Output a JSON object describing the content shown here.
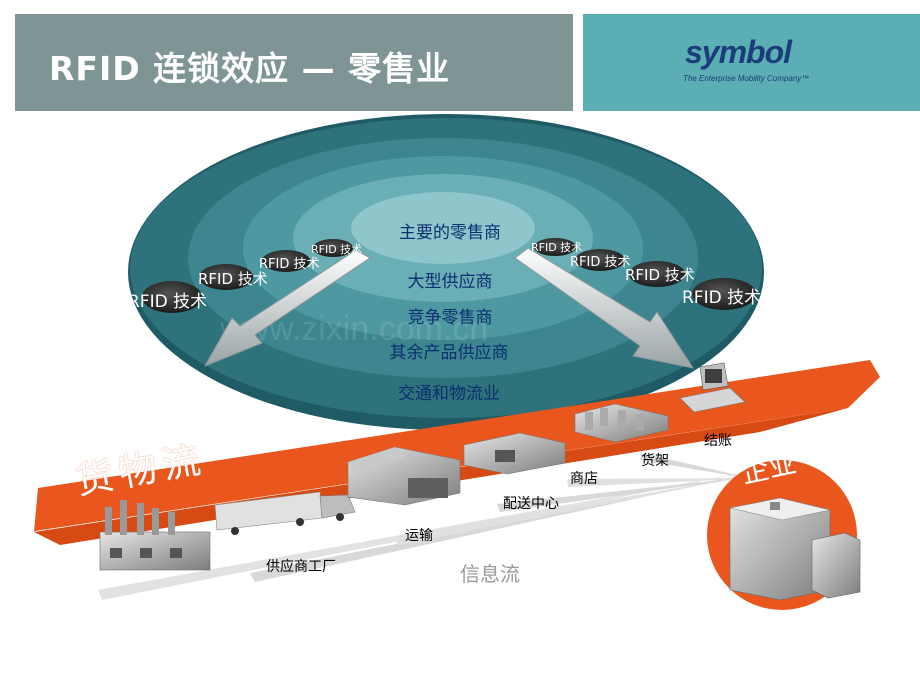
{
  "header": {
    "title": "RFID 连锁效应 — 零售业",
    "logo_text": "symbol",
    "logo_tagline": "The Enterprise Mobility Company™"
  },
  "rings": {
    "center": "主要的零售商",
    "ring2": "大型供应商",
    "ring3": "竞争零售商",
    "ring4": "其余产品供应商",
    "ring5": "交通和物流业"
  },
  "rfid_tags": [
    "RFID 技术",
    "RFID 技术",
    "RFID 技术",
    "RFID 技术",
    "RFID 技术",
    "RFID 技术",
    "RFID 技术",
    "RFID 技术"
  ],
  "flows": {
    "goods": "货物流",
    "info": "信息流",
    "enterprise": "企业"
  },
  "stages": {
    "factory": "供应商工厂",
    "transport": "运输",
    "distribution": "配送中心",
    "store": "商店",
    "shelf": "货架",
    "checkout": "结账"
  },
  "colors": {
    "title_bg": "#7f9494",
    "logo_bg": "#5aaeb4",
    "arrow": "#e9571e",
    "outer_ring": "#2e727c"
  }
}
